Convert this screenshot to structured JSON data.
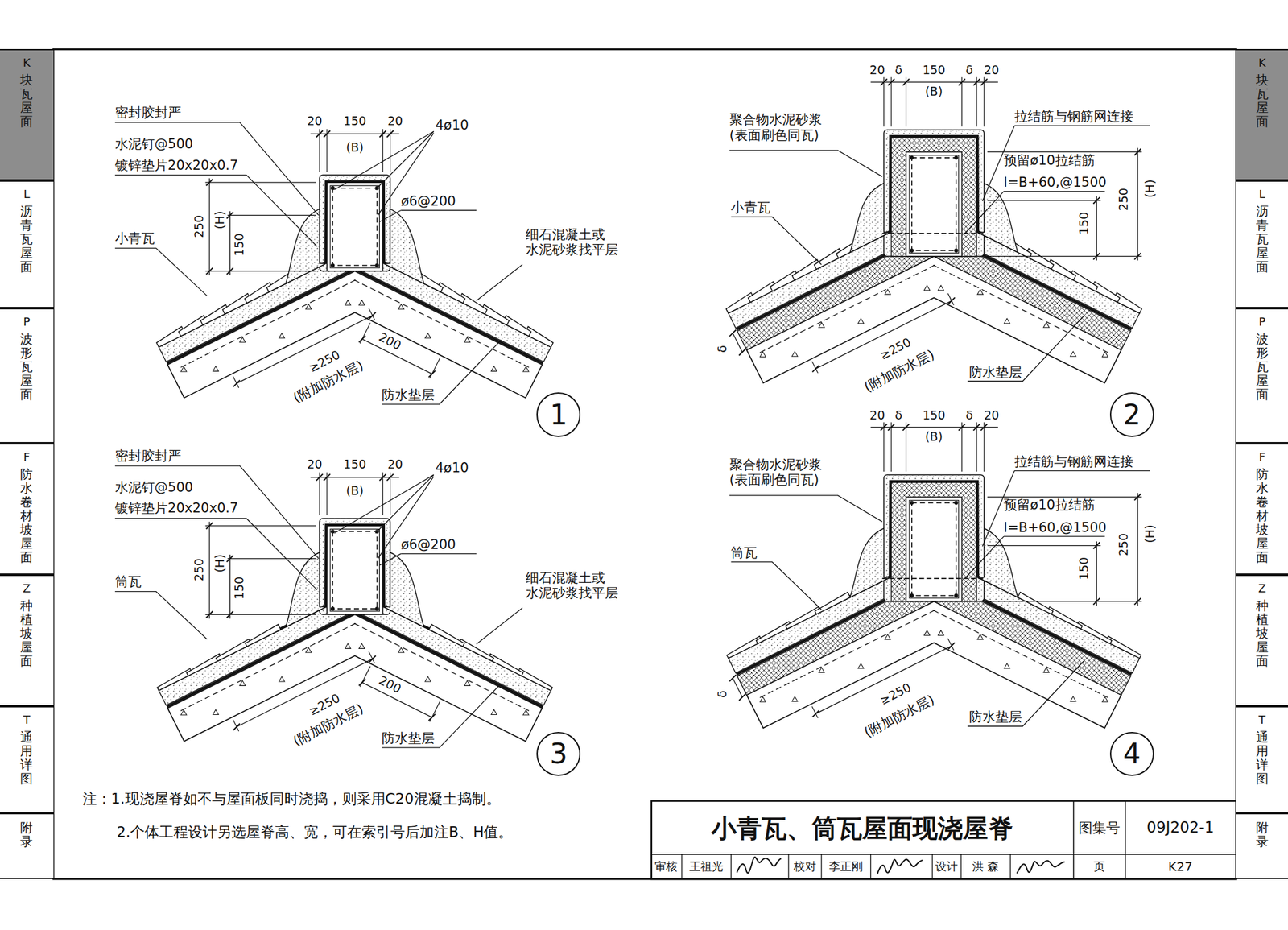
{
  "diagram": {
    "title": "小青瓦、筒瓦屋面现浇屋脊",
    "nodes": [
      {
        "text": [
          "K",
          "块瓦屋面"
        ]
      },
      {
        "text": [
          "L",
          "沥青瓦屋面"
        ]
      },
      {
        "text": [
          "P",
          "波形瓦屋面"
        ]
      },
      {
        "text": [
          "F",
          "防水卷材坡屋面"
        ]
      },
      {
        "text": [
          "Z",
          "种植坡屋面"
        ]
      },
      {
        "text": [
          "T",
          "通用详图"
        ]
      },
      {
        "text": [
          "附录"
        ]
      },
      {
        "text": [
          "1"
        ]
      },
      {
        "text": [
          "2"
        ]
      },
      {
        "text": [
          "3"
        ]
      },
      {
        "text": [
          "4"
        ]
      },
      {
        "text": [
          "K",
          "块瓦屋面"
        ]
      },
      {
        "text": [
          "L",
          "沥青瓦屋面"
        ]
      },
      {
        "text": [
          "P",
          "波形瓦屋面"
        ]
      },
      {
        "text": [
          "F",
          "防水卷材坡屋面"
        ]
      },
      {
        "text": [
          "Z",
          "种植坡屋面"
        ]
      },
      {
        "text": [
          "T",
          "通用详图"
        ]
      },
      {
        "text": [
          "附录"
        ]
      }
    ],
    "labels": [
      "密封胶封严",
      "水泥钉@500",
      "镀锌垫片20x20x0.7",
      "20",
      "150",
      "20",
      "(B)",
      "4ø10",
      "ø6@200",
      "250",
      "(H)",
      "150",
      "小青瓦",
      "细石混凝土或 水泥砂浆找平层",
      "200",
      "≥250",
      "(附加防水层)",
      "防水垫层",
      "20",
      "δ",
      "150",
      "δ",
      "20",
      "(B)",
      "聚合物水泥砂浆 (表面刷色同瓦)",
      "拉结筋与钢筋网连接",
      "预留ø10拉结筋",
      "l=B+60,@1500",
      "小青瓦",
      "(H)",
      "250",
      "150",
      "δ",
      "≥250",
      "(附加防水层)",
      "防水垫层",
      "密封胶封严",
      "水泥钉@500",
      "镀锌垫片20x20x0.7",
      "20",
      "150",
      "20",
      "(B)",
      "4ø10",
      "ø6@200",
      "250",
      "(H)",
      "150",
      "筒瓦",
      "细石混凝土或 水泥砂浆找平层",
      "200",
      "≥250",
      "(附加防水层)",
      "防水垫层",
      "20",
      "δ",
      "150",
      "δ",
      "20",
      "(B)",
      "聚合物水泥砂浆 (表面刷色同瓦)",
      "拉结筋与钢筋网连接",
      "预留ø10拉结筋",
      "l=B+60,@1500",
      "筒瓦",
      "(H)",
      "250",
      "150",
      "δ",
      "≥250",
      "(附加防水层)",
      "防水垫层",
      "注：1.现浇屋脊如不与屋面板同时浇捣，则采用C20混凝土捣制。",
      "2.个体工程设计另选屋脊高、宽，可在索引号后加注B、H值。",
      "图集号",
      "09J202-1",
      "审核",
      "王祖光",
      "校对",
      "李正刚",
      "设计",
      "洪 森",
      "页",
      "K27"
    ]
  }
}
